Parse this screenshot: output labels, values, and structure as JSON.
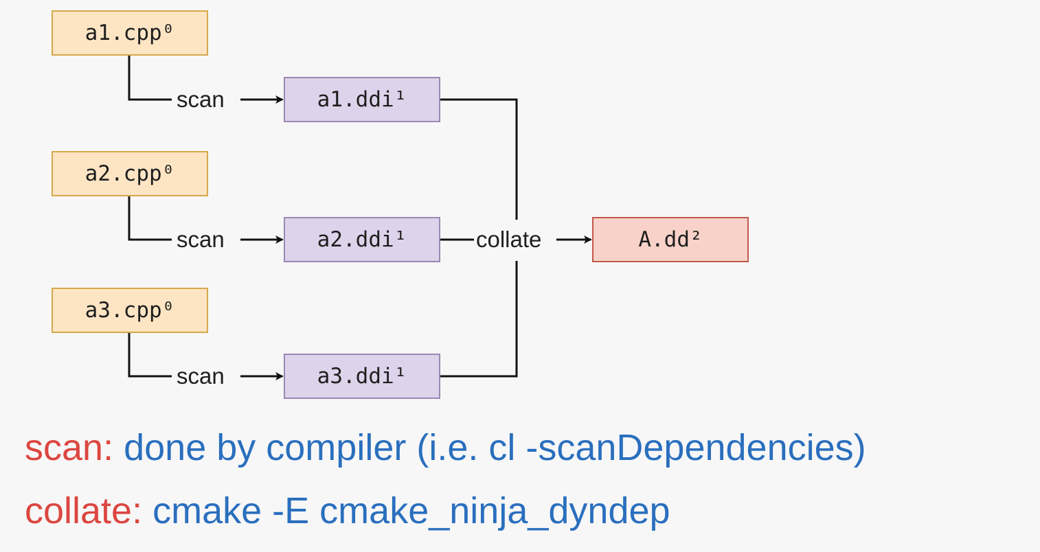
{
  "diagram": {
    "nodes": {
      "a1_cpp": "a1.cpp⁰",
      "a2_cpp": "a2.cpp⁰",
      "a3_cpp": "a3.cpp⁰",
      "a1_ddi": "a1.ddi¹",
      "a2_ddi": "a2.ddi¹",
      "a3_ddi": "a3.ddi¹",
      "a_dd": "A.dd²"
    },
    "edge_labels": {
      "scan_1": "scan",
      "scan_2": "scan",
      "scan_3": "scan",
      "collate": "collate"
    }
  },
  "legend": [
    {
      "term": "scan",
      "desc": "done by compiler (i.e. cl -scanDependencies)"
    },
    {
      "term": "collate",
      "desc": "cmake -E cmake_ninja_dyndep"
    }
  ],
  "colors": {
    "source_fill": "#fde5c4",
    "ddi_fill": "#ddd3ea",
    "output_fill": "#f8d2c9",
    "legend_term": "#dc4640",
    "legend_desc": "#2a6fbe"
  }
}
